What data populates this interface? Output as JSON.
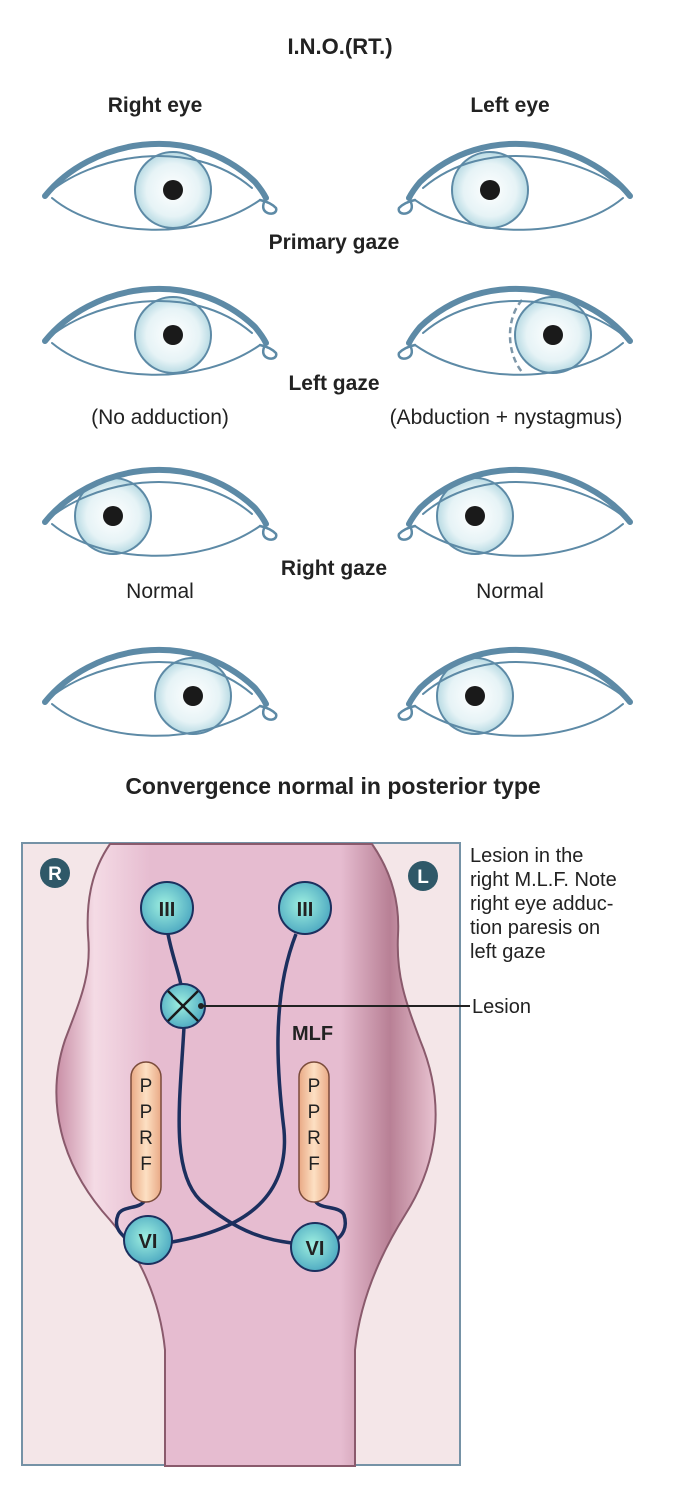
{
  "title": "I.N.O.(RT.)",
  "eye_labels": {
    "right": "Right eye",
    "left": "Left eye"
  },
  "rows": [
    {
      "gaze": "Primary gaze",
      "right_note": "",
      "left_note": ""
    },
    {
      "gaze": "Left gaze",
      "right_note": "(No adduction)",
      "left_note": "(Abduction  + nystagmus)"
    },
    {
      "gaze": "Right gaze",
      "right_note": "Normal",
      "left_note": "Normal"
    },
    {
      "gaze": "",
      "right_note": "",
      "left_note": ""
    }
  ],
  "convergence": "Convergence normal in posterior type",
  "diagram": {
    "side_r": "R",
    "side_l": "L",
    "nucleus_iii": "III",
    "nucleus_vi": "VI",
    "pprf": [
      "P",
      "P",
      "R",
      "F"
    ],
    "mlf": "MLF",
    "lesion_label": "Lesion",
    "note_lines": [
      "Lesion in the",
      "right M.L.F. Note",
      "right eye adduc-",
      "tion paresis on",
      "left gaze"
    ]
  },
  "colors": {
    "lid": "#5d8aa6",
    "panel": "#f3e4e6",
    "brainstem": "#e4b8cc",
    "nerve": "#1c2f5e",
    "nucleus": "#6fc9cf",
    "pprf": "#f5c9a4",
    "badge": "#2f5868"
  }
}
